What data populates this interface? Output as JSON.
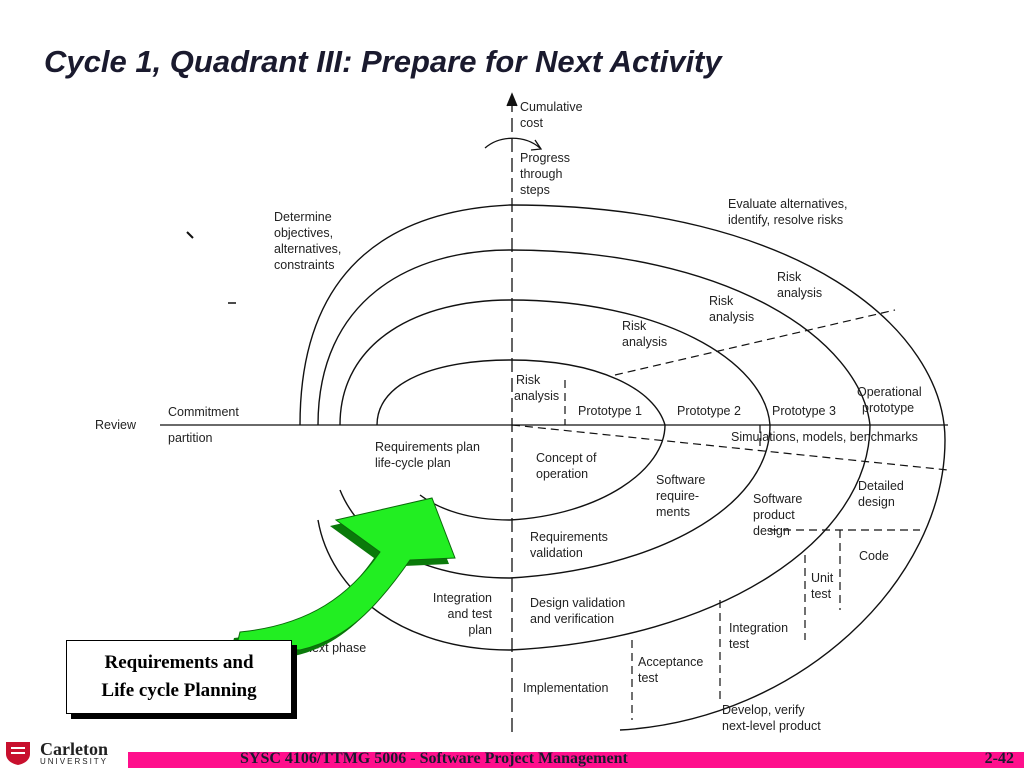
{
  "title": "Cycle 1, Quadrant III: Prepare for Next Activity",
  "diagram": {
    "axis_labels": {
      "cumulative_cost": [
        "Cumulative",
        "cost"
      ],
      "progress": [
        "Progress",
        "through",
        "steps"
      ],
      "review": "Review",
      "commitment": "Commitment",
      "partition": "partition"
    },
    "quadrant_labels": {
      "determine": [
        "Determine",
        "objectives,",
        "alternatives,",
        "constraints"
      ],
      "evaluate": [
        "Evaluate alternatives,",
        "identify, resolve risks"
      ],
      "next_phase": "next phase"
    },
    "risk_analysis": [
      "Risk",
      "analysis"
    ],
    "prototypes": [
      "Prototype 1",
      "Prototype 2",
      "Prototype 3"
    ],
    "operational_prototype": [
      "Operational",
      "prototype"
    ],
    "simulations": "Simulations, models, benchmarks",
    "requirements_plan": [
      "Requirements plan",
      "life-cycle plan"
    ],
    "concept_of_operation": [
      "Concept of",
      "operation"
    ],
    "software_requirements": [
      "Software",
      "require-",
      "ments"
    ],
    "software_product_design": [
      "Software",
      "product",
      "design"
    ],
    "detailed_design": [
      "Detailed",
      "design"
    ],
    "code": "Code",
    "unit_test": [
      "Unit",
      "test"
    ],
    "integration_test": [
      "Integration",
      "test"
    ],
    "acceptance_test": [
      "Acceptance",
      "test"
    ],
    "requirements_validation": [
      "Requirements",
      "validation"
    ],
    "design_validation": [
      "Design validation",
      "and verification"
    ],
    "integration_test_plan": [
      "Integration",
      "and test",
      "plan"
    ],
    "implementation": "Implementation",
    "develop_verify": [
      "Develop, verify",
      "next-level product"
    ]
  },
  "callout": [
    "Requirements and",
    "Life cycle Planning"
  ],
  "colors": {
    "arrow": "#22ee22",
    "footer": "#ff0f8c"
  },
  "footer": {
    "logo_main": "Carleton",
    "logo_sub": "UNIVERSITY",
    "course": "SYSC 4106/TTMG 5006 - Software Project Management",
    "page": "2-42"
  }
}
